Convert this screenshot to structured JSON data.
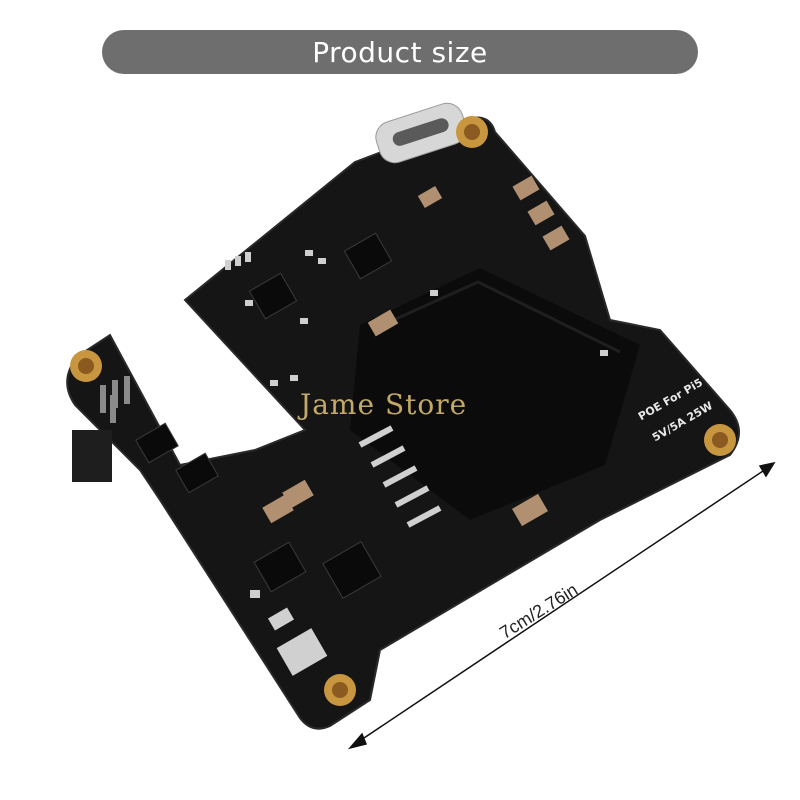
{
  "header": {
    "title": "Product size"
  },
  "board": {
    "silkscreen_line1": "POE For Pi5",
    "silkscreen_line2": "5V/5A 25W"
  },
  "dimension": {
    "label": "7cm/2.76in"
  },
  "watermark": {
    "text": "Jame Store"
  },
  "colors": {
    "banner": "#6e6e6e",
    "pcb": "#151515",
    "pad_gold": "#c8963e",
    "heatsink": "#0b0b0b"
  }
}
